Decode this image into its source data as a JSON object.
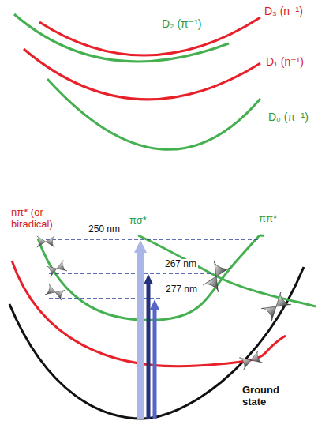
{
  "diagram": {
    "labels": [
      "D₂ (π⁻¹)",
      "D₃ (n⁻¹)",
      "D₁ (n⁻¹)",
      "D₀ (π⁻¹)",
      "nπ* (or biradical)",
      "πσ*",
      "ππ*",
      "250 nm",
      "267 nm",
      "277 nm",
      "Ground state"
    ]
  }
}
